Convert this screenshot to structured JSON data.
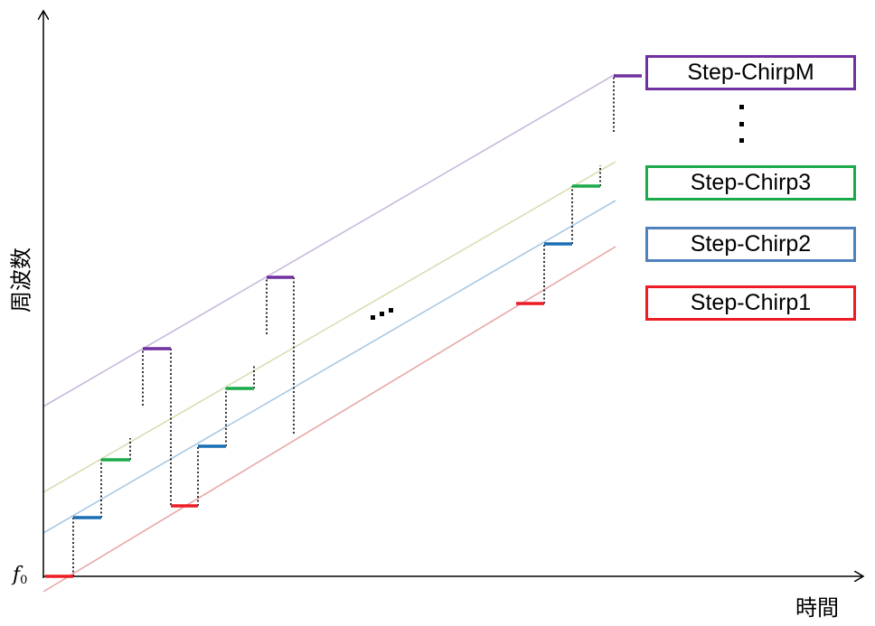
{
  "axes": {
    "y_label": "周波数",
    "x_label": "時間",
    "origin_label": "f",
    "origin_subscript": "0"
  },
  "colors": {
    "chirp1": "#ee1c24",
    "chirp2": "#1a6eb4",
    "chirp3": "#1aaa4a",
    "chirpM": "#7030a0",
    "guide1": "#e8a8a8",
    "guide2": "#a8c8e4",
    "guide3": "#d6e0b4",
    "guideM": "#c8b8dc",
    "legend_border_1": "#ee1c24",
    "legend_border_2": "#4f81bd",
    "legend_border_3": "#1aaa4a",
    "legend_border_M": "#7030a0"
  },
  "legend": {
    "items": [
      {
        "label": "Step-ChirpM",
        "color": "#7030a0"
      },
      {
        "label": "Step-Chirp3",
        "color": "#1aaa4a"
      },
      {
        "label": "Step-Chirp2",
        "color": "#4f81bd"
      },
      {
        "label": "Step-Chirp1",
        "color": "#ee1c24"
      }
    ],
    "ellipsis_icon": "vertical-ellipsis"
  },
  "diagram": {
    "middle_ellipsis_icon": "horizontal-ellipsis"
  }
}
